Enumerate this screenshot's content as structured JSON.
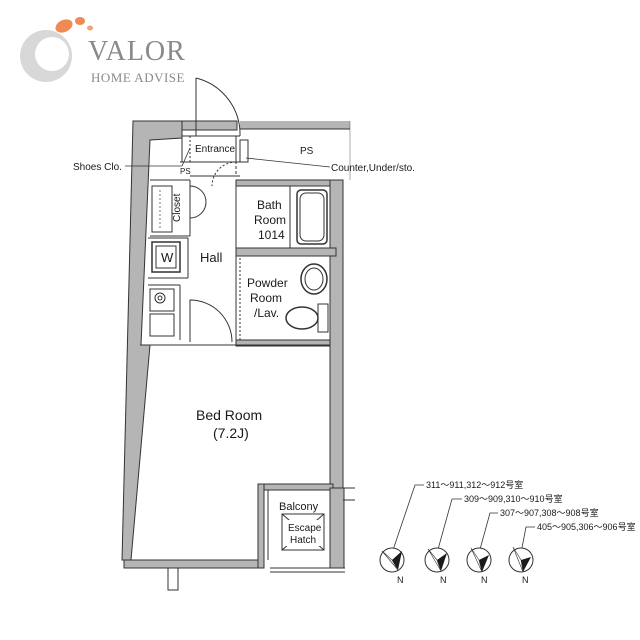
{
  "logo": {
    "brand": "VALOR",
    "subtitle": "HOME ADVISE",
    "accent_color": "#f08a52"
  },
  "floor_plan": {
    "labels": {
      "entrance": "Entrance",
      "ps_top": "PS",
      "shoes_closet": "Shoes Clo.",
      "ps_small": "PS",
      "counter": "Counter,Under/sto.",
      "closet": "Closet",
      "washer": "W",
      "hall": "Hall",
      "bath_line1": "Bath",
      "bath_line2": "Room",
      "bath_line3": "1014",
      "powder_line1": "Powder",
      "powder_line2": "Room",
      "powder_line3": "/Lav.",
      "bedroom_line1": "Bed Room",
      "bedroom_line2": "(7.2J)",
      "balcony": "Balcony",
      "escape_line1": "Escape",
      "escape_line2": "Hatch"
    },
    "wall_color": "#b5b5b5"
  },
  "orientations": [
    {
      "label": "311～911,312～912号室",
      "north": "N"
    },
    {
      "label": "309～909,310～910号室",
      "north": "N"
    },
    {
      "label": "307～907,308～908号室",
      "north": "N"
    },
    {
      "label": "405～905,306～906号室",
      "north": "N"
    }
  ]
}
